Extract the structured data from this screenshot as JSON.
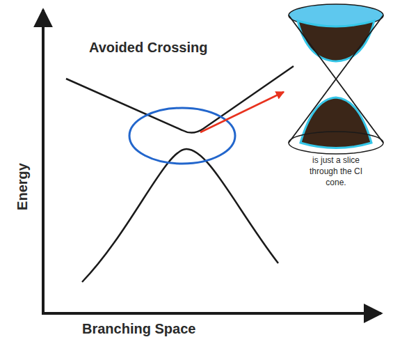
{
  "diagram": {
    "labels": [
      "Avoided Crossing",
      "is just a slice through the CI cone.",
      "Energy",
      "Branching Space"
    ]
  }
}
